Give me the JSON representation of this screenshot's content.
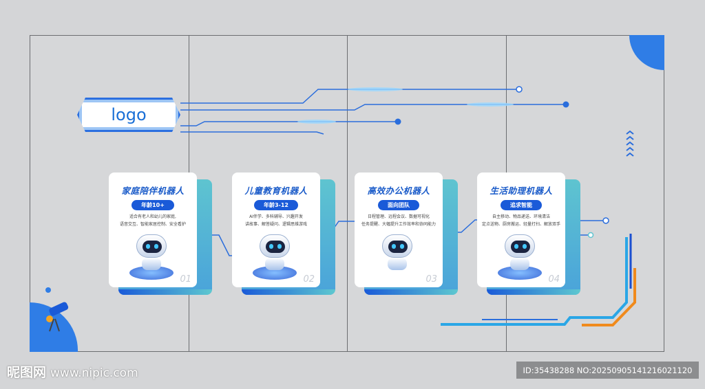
{
  "logo": {
    "text": "logo"
  },
  "cards": [
    {
      "title": "家庭陪伴机器人",
      "pill": "年龄10+",
      "desc1": "适合有老人和幼儿的家庭,",
      "desc2": "语音交互、智能家居控制、安全看护",
      "num": "01"
    },
    {
      "title": "儿童教育机器人",
      "pill": "年龄3-12",
      "desc1": "AI伴学、多科辅导、兴趣开发",
      "desc2": "讲故事、解答疑问、逻辑思维游戏",
      "num": "02"
    },
    {
      "title": "高效办公机器人",
      "pill": "面向团队",
      "desc1": "日程管理、远程会议、数据可视化",
      "desc2": "任务提醒、大幅提升工作效率和协同能力",
      "num": "03"
    },
    {
      "title": "生活助理机器人",
      "pill": "追求智能",
      "desc1": "自主移动、物品递送、环境清洁",
      "desc2": "定点送物、厨房搬运、轻量打扫、解放双手",
      "num": "04"
    }
  ],
  "watermark": {
    "brand": "昵图网",
    "url": "www.nipic.com"
  },
  "id_text": "ID:35438288 NO:20250905141216021120",
  "colors": {
    "accent": "#1a5ad8",
    "teal": "#5ec4d0",
    "orange": "#f08a1c"
  }
}
